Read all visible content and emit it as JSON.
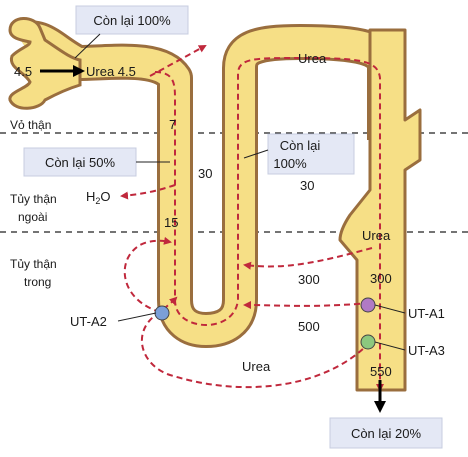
{
  "colors": {
    "tubule_fill": "#f6df86",
    "tubule_wall": "#9a6e3e",
    "urea_arrow": "#c0283c",
    "box_fill": "#e4e8f5",
    "ut_a2": "#7b9fd8",
    "ut_a1": "#b07ac4",
    "ut_a3": "#8cc87e"
  },
  "zones": {
    "cortex": "Vỏ thận",
    "outer_medulla_line1": "Tủy thận",
    "outer_medulla_line2": "ngoài",
    "inner_medulla_line1": "Tủy thận",
    "inner_medulla_line2": "trong"
  },
  "boxes": {
    "top": "Còn lại 100%",
    "mid_left": "Còn lại 50%",
    "mid_right_line1": "Còn lại",
    "mid_right_line2": "100%",
    "bottom": "Còn lại 20%"
  },
  "labels": {
    "input_value": "4.5",
    "urea_start": "Urea 4.5",
    "urea_top": "Urea",
    "urea_collecting": "Urea",
    "urea_bottom": "Urea",
    "water_H": "H",
    "water_sub": "2",
    "water_O": "O"
  },
  "values": {
    "v7": "7",
    "v15": "15",
    "v30_left": "30",
    "v30_right": "30",
    "v300_loop": "300",
    "v300_cd": "300",
    "v500": "500",
    "v550": "550"
  },
  "transporters": {
    "ut_a2": "UT-A2",
    "ut_a1": "UT-A1",
    "ut_a3": "UT-A3"
  }
}
